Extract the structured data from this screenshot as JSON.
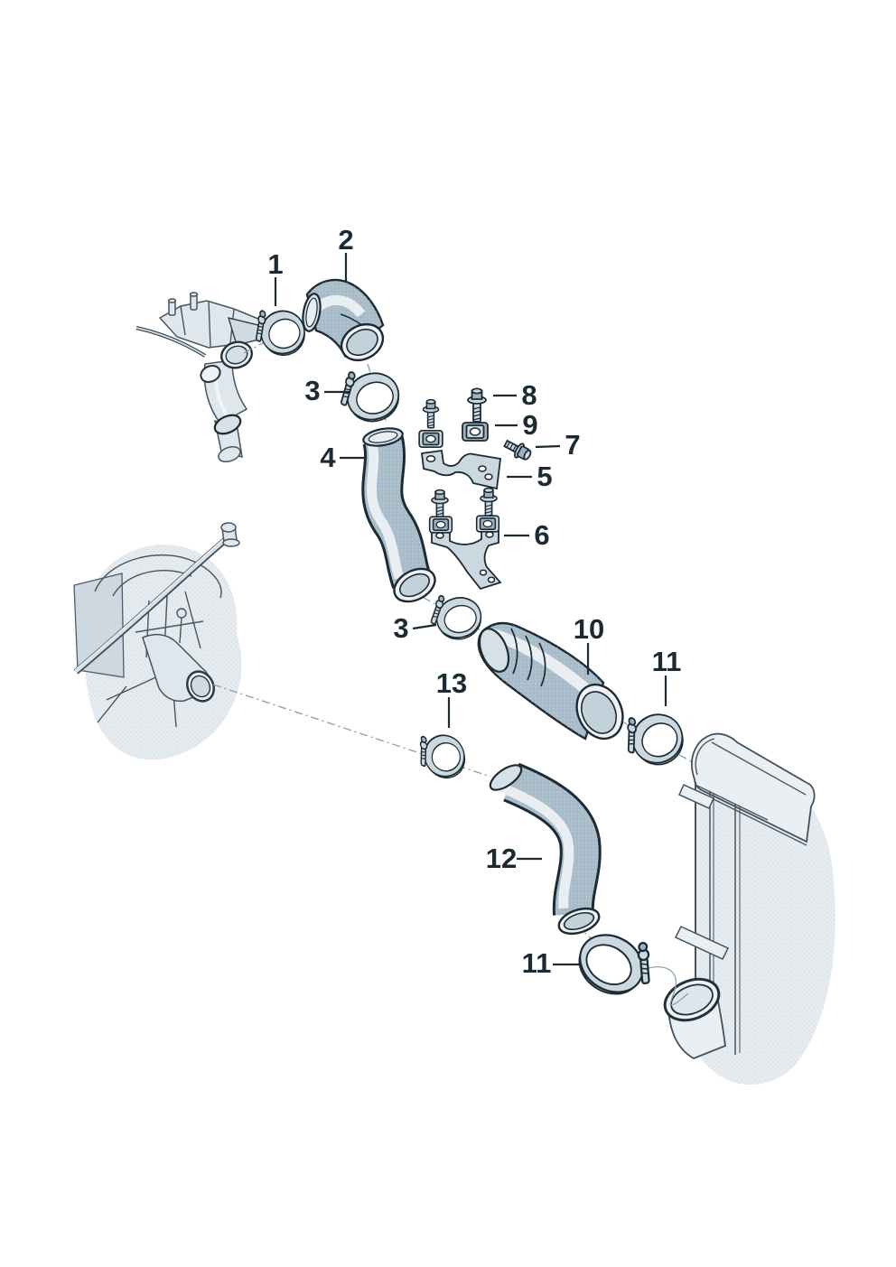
{
  "callouts": [
    {
      "text": "1"
    },
    {
      "text": "2"
    },
    {
      "text": "3"
    },
    {
      "text": "4"
    },
    {
      "text": "5"
    },
    {
      "text": "6"
    },
    {
      "text": "7"
    },
    {
      "text": "8"
    },
    {
      "text": "9"
    },
    {
      "text": "3"
    },
    {
      "text": "10"
    },
    {
      "text": "11"
    },
    {
      "text": "13"
    },
    {
      "text": "12"
    },
    {
      "text": "11"
    }
  ],
  "colors": {
    "background": "#ffffff",
    "line": "#1c2a33",
    "hose_fill": "#a7bbc9",
    "hose_mid": "#c3d1da",
    "hose_highlight": "#e9eef2",
    "rim_face": "#d6e0e7",
    "rim_light": "#eef2f6",
    "metal_fill": "#ccd8e0",
    "metal_shade": "#9fb2bf",
    "ghost_fill": "#dfe7ed",
    "ghost_line": "#46555f",
    "ghost_soft": "#dce4ea",
    "leader_dash": "#8ea4b2"
  }
}
